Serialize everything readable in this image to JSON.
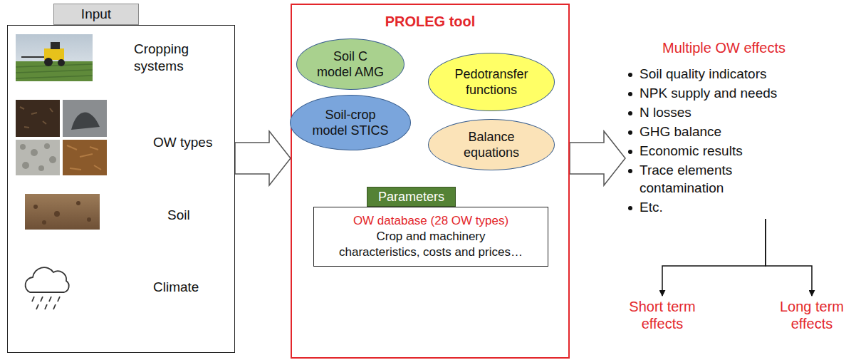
{
  "diagram": {
    "nodes": [
      {
        "text": [
          "Input",
          "Cropping systems",
          "OW types",
          "Soil",
          "Climate"
        ]
      },
      {
        "text": [
          "PROLEG tool"
        ]
      },
      {
        "text": [
          "Soil C model AMG"
        ],
        "in": 1
      },
      {
        "text": [
          "Pedotransfer functions"
        ],
        "in": 1
      },
      {
        "text": [
          "Soil-crop model STICS"
        ],
        "in": 1
      },
      {
        "text": [
          "Balance equations"
        ],
        "in": 1
      },
      {
        "text": [
          "Parameters",
          "OW database (28 OW types)",
          "Crop and machinery characteristics, costs and prices…"
        ],
        "in": 1
      },
      {
        "text": [
          "Multiple OW effects",
          "Soil quality indicators",
          "NPK supply and needs",
          "N losses",
          "GHG balance",
          "Economic results",
          "Trace elements contamination",
          "Etc."
        ]
      },
      {
        "text": [
          "Short term effects"
        ]
      },
      {
        "text": [
          "Long term effects"
        ]
      }
    ],
    "edges": [
      {
        "from": 0,
        "to": 1,
        "arrow": "to"
      },
      {
        "from": 1,
        "to": 7,
        "arrow": "to"
      },
      {
        "from": 7,
        "to": 8,
        "arrow": "to"
      },
      {
        "from": 7,
        "to": 9,
        "arrow": "to"
      }
    ]
  }
}
